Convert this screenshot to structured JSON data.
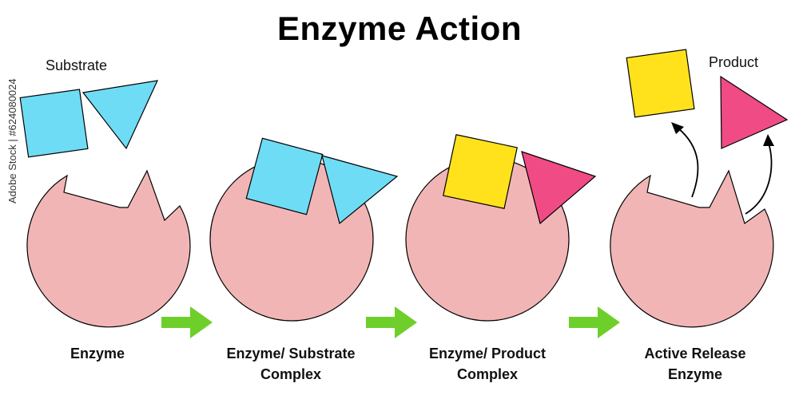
{
  "title": "Enzyme Action",
  "labels": {
    "substrate": "Substrate",
    "product": "Product"
  },
  "stages": [
    {
      "line1": "Enzyme",
      "line2": ""
    },
    {
      "line1": "Enzyme/ Substrate",
      "line2": "Complex"
    },
    {
      "line1": "Enzyme/ Product",
      "line2": "Complex"
    },
    {
      "line1": "Active Release",
      "line2": "Enzyme"
    }
  ],
  "watermark": "Adobe Stock | #624080024",
  "colors": {
    "enzyme": "#f2b5b5",
    "substrate": "#6fdcf5",
    "product_square": "#ffe21c",
    "product_triangle": "#f04b84",
    "arrow": "#6ecf2b"
  }
}
